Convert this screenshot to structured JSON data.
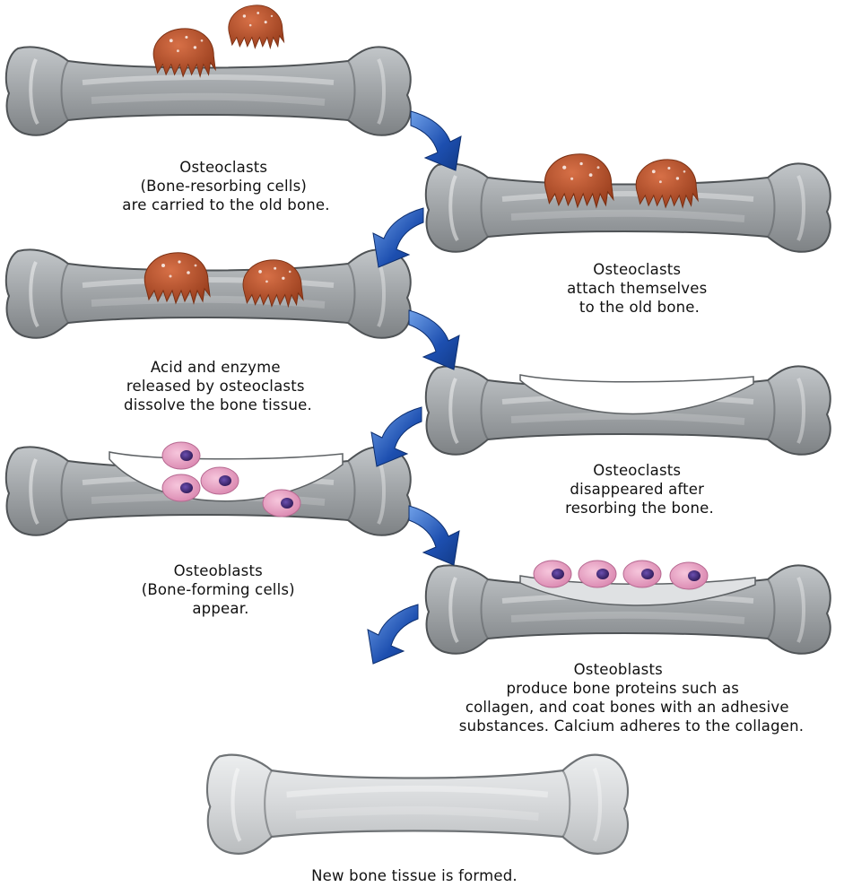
{
  "steps": [
    {
      "id": "carried",
      "caption": [
        "Osteoclasts",
        "(Bone-resorbing cells)",
        "are carried to the old bone."
      ]
    },
    {
      "id": "attach",
      "caption": [
        "Osteoclasts",
        "attach themselves",
        "to the old bone."
      ]
    },
    {
      "id": "dissolve",
      "caption": [
        "Acid and enzyme",
        "released by osteoclasts",
        "dissolve the bone tissue."
      ]
    },
    {
      "id": "disappeared",
      "caption": [
        "Osteoclasts",
        "disappeared after",
        "resorbing the bone."
      ]
    },
    {
      "id": "osteoblasts-appear",
      "caption": [
        "Osteoblasts",
        "(Bone-forming cells)",
        "appear."
      ]
    },
    {
      "id": "produce-proteins",
      "caption": [
        "Osteoblasts",
        "produce bone proteins such as",
        "collagen, and coat bones with an adhesive",
        "substances. Calcium adheres to the collagen."
      ]
    },
    {
      "id": "new-bone",
      "caption": [
        "New bone tissue is formed."
      ]
    }
  ],
  "colors": {
    "bone_old": "#9ea2a5",
    "bone_old_light": "#c9cccf",
    "bone_old_dark": "#6f7376",
    "bone_new": "#d8dadb",
    "osteoclast": "#b4532c",
    "osteoblast": "#e9a1c4",
    "osteoblast_nucleus": "#4a2a7a",
    "arrow": "#1a4aa8"
  }
}
